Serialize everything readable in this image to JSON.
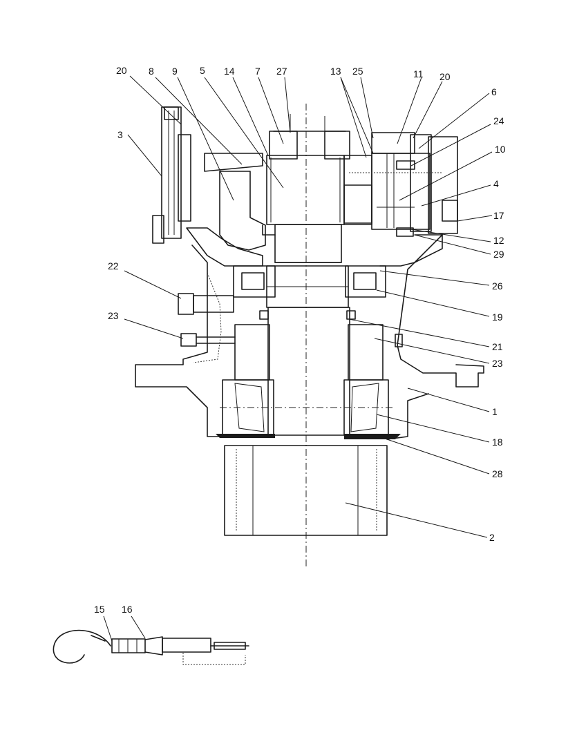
{
  "diagram": {
    "labels": {
      "l1": "1",
      "l2": "2",
      "l3": "3",
      "l4": "4",
      "l5": "5",
      "l6": "6",
      "l7": "7",
      "l8": "8",
      "l9": "9",
      "l10": "10",
      "l11": "11",
      "l12": "12",
      "l13": "13",
      "l14": "14",
      "l15": "15",
      "l16": "16",
      "l17": "17",
      "l18": "18",
      "l19": "19",
      "l20a": "20",
      "l20b": "20",
      "l21": "21",
      "l22": "22",
      "l23a": "23",
      "l23b": "23",
      "l24": "24",
      "l25": "25",
      "l26": "26",
      "l27": "27",
      "l28": "28",
      "l29": "29"
    }
  }
}
